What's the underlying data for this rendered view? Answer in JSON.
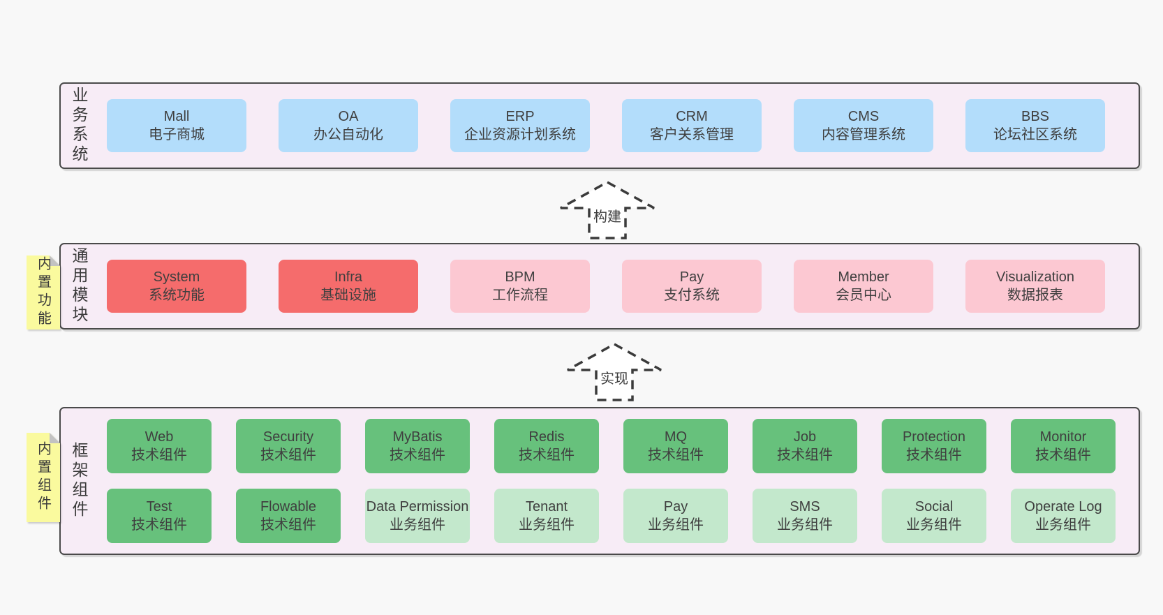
{
  "colors": {
    "page_bg": "#f8f8f8",
    "panel_bg": "#f7ecf6",
    "note_bg": "#fafa9e",
    "blue": "#b3ddfb",
    "red": "#f56c6c",
    "pink": "#fcc8d2",
    "green": "#67c17c",
    "light_green": "#c3e8cc",
    "border": "#4a4a4a",
    "text": "#3f3f3f"
  },
  "arrows": {
    "build": {
      "label": "构建"
    },
    "implement": {
      "label": "实现"
    }
  },
  "panels": {
    "business": {
      "label": "业务系统",
      "boxes": [
        {
          "title": "Mall",
          "subtitle": "电子商城"
        },
        {
          "title": "OA",
          "subtitle": "办公自动化"
        },
        {
          "title": "ERP",
          "subtitle": "企业资源计划系统"
        },
        {
          "title": "CRM",
          "subtitle": "客户关系管理"
        },
        {
          "title": "CMS",
          "subtitle": "内容管理系统"
        },
        {
          "title": "BBS",
          "subtitle": "论坛社区系统"
        }
      ]
    },
    "modules": {
      "label": "通用模块",
      "note": "内置功能",
      "boxes": [
        {
          "title": "System",
          "subtitle": "系统功能"
        },
        {
          "title": "Infra",
          "subtitle": "基础设施"
        },
        {
          "title": "BPM",
          "subtitle": "工作流程"
        },
        {
          "title": "Pay",
          "subtitle": "支付系统"
        },
        {
          "title": "Member",
          "subtitle": "会员中心"
        },
        {
          "title": "Visualization",
          "subtitle": "数据报表"
        }
      ]
    },
    "framework": {
      "label": "框架组件",
      "note": "内置组件",
      "boxes": [
        {
          "title": "Web",
          "subtitle": "技术组件"
        },
        {
          "title": "Security",
          "subtitle": "技术组件"
        },
        {
          "title": "MyBatis",
          "subtitle": "技术组件"
        },
        {
          "title": "Redis",
          "subtitle": "技术组件"
        },
        {
          "title": "MQ",
          "subtitle": "技术组件"
        },
        {
          "title": "Job",
          "subtitle": "技术组件"
        },
        {
          "title": "Protection",
          "subtitle": "技术组件"
        },
        {
          "title": "Monitor",
          "subtitle": "技术组件"
        },
        {
          "title": "Test",
          "subtitle": "技术组件"
        },
        {
          "title": "Flowable",
          "subtitle": "技术组件"
        },
        {
          "title": "Data Permission",
          "subtitle": "业务组件"
        },
        {
          "title": "Tenant",
          "subtitle": "业务组件"
        },
        {
          "title": "Pay",
          "subtitle": "业务组件"
        },
        {
          "title": "SMS",
          "subtitle": "业务组件"
        },
        {
          "title": "Social",
          "subtitle": "业务组件"
        },
        {
          "title": "Operate Log",
          "subtitle": "业务组件"
        }
      ]
    }
  }
}
